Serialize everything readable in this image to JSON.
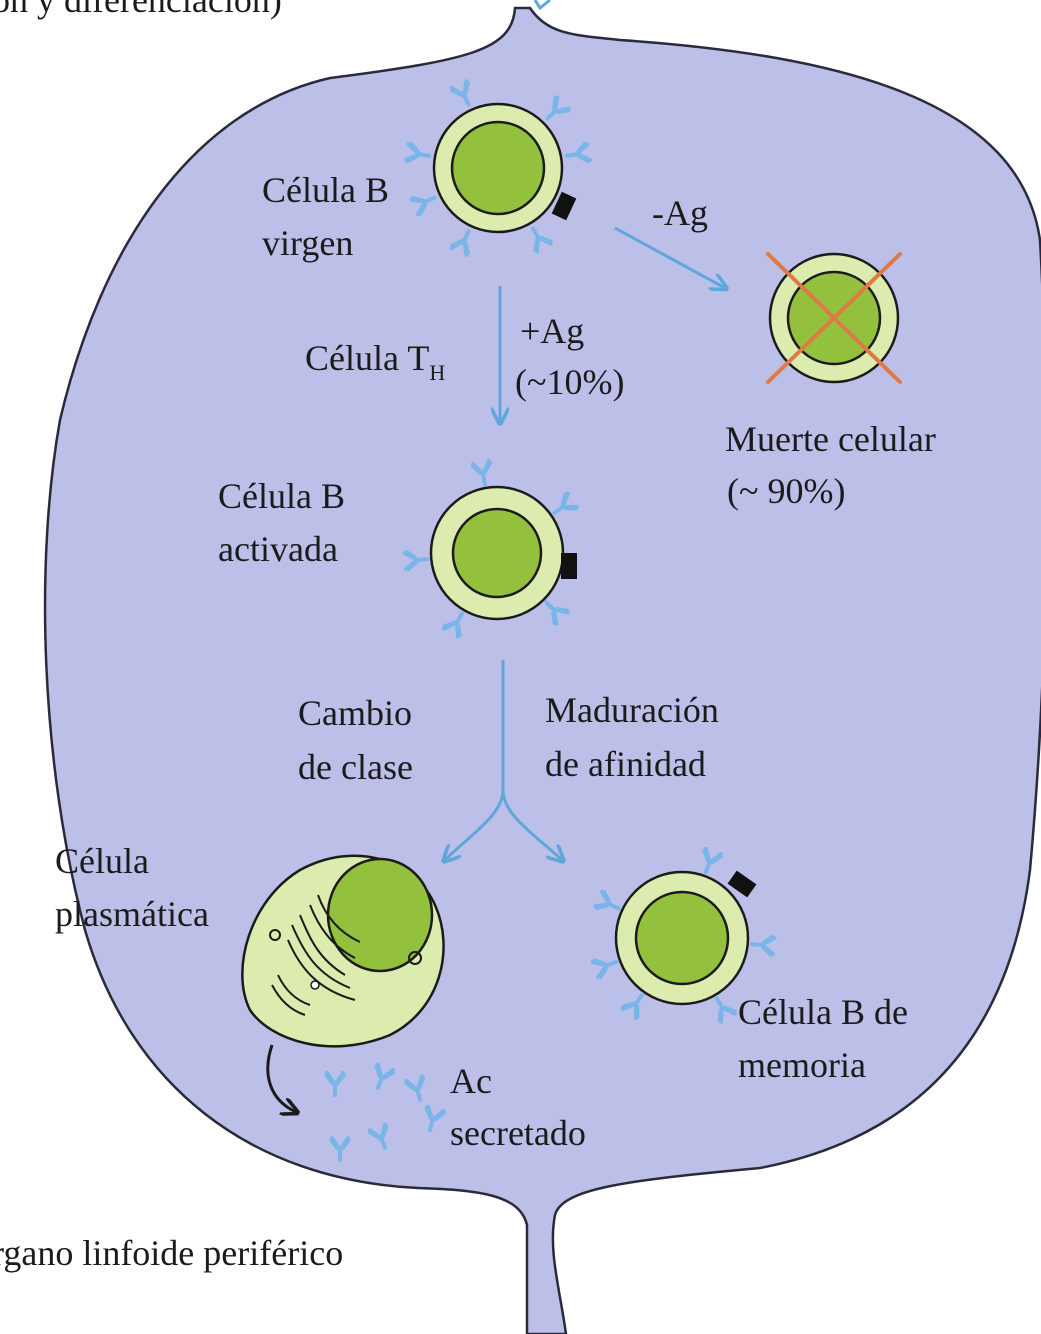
{
  "header_fragment": "ón y diferenciación)",
  "footer_fragment": "rgano linfoide periférico",
  "colors": {
    "sac": "#bcbfe8",
    "sac_outline": "#2a2a3a",
    "arrow": "#5fa6dc",
    "cytoplasm": "#dcecae",
    "nucleus": "#93c13e",
    "antibody": "#79b5e8",
    "death_cross": "#e07a45",
    "receptor": "#111111"
  },
  "cells": {
    "naive": {
      "label_line1": "Célula B",
      "label_line2": "virgen"
    },
    "dead": {
      "label_line1": "Muerte celular",
      "label_line2": "(~ 90%)"
    },
    "activated": {
      "label_line1": "Célula B",
      "label_line2": "activada"
    },
    "plasma": {
      "label_line1": "Célula",
      "label_line2": "plasmática"
    },
    "memory": {
      "label_line1": "Célula B de",
      "label_line2": "memoria"
    }
  },
  "arrows": {
    "minus_ag": "-Ag",
    "plus_ag_line1": "+Ag",
    "plus_ag_line2": "(~10%)",
    "th_cell": "Célula T",
    "th_subscript": "H",
    "class_switch_line1": "Cambio",
    "class_switch_line2": "de clase",
    "affinity_line1": "Maduración",
    "affinity_line2": "de afinidad"
  },
  "secreted": {
    "line1": "Ac",
    "line2": "secretado"
  }
}
